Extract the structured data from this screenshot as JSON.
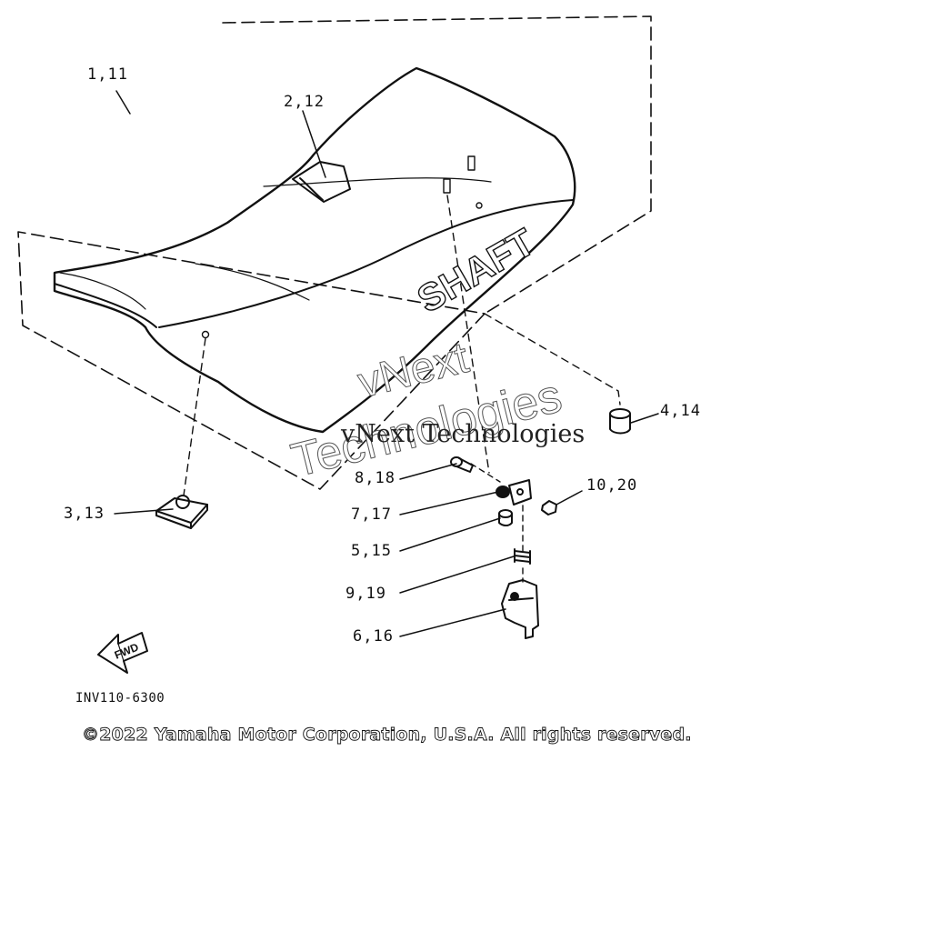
{
  "callouts": {
    "c1": "1,11",
    "c2": "2,12",
    "c3": "3,13",
    "c4": "4,14",
    "c5": "5,15",
    "c6": "6,16",
    "c7": "7,17",
    "c8": "8,18",
    "c9": "9,19",
    "c10": "10,20"
  },
  "seat_text": "SHAFT",
  "fwd_label": "FWD",
  "figure_code": "INV110-6300",
  "copyright": "©2022 Yamaha Motor Corporation, U.S.A. All rights reserved.",
  "watermark": {
    "line1": "vNext Technologies",
    "big1": "vNext",
    "big2": "Technologies"
  },
  "colors": {
    "line": "#111111",
    "background": "#ffffff"
  }
}
